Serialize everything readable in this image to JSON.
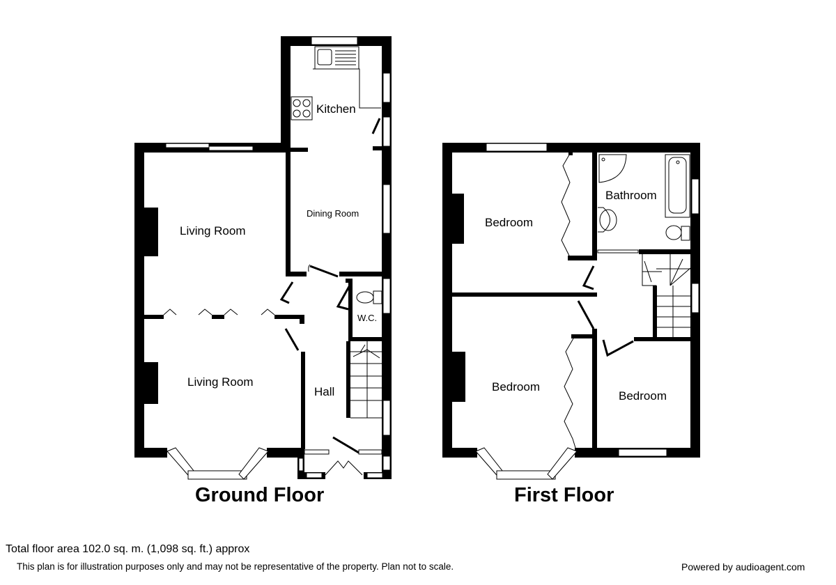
{
  "ground_floor": {
    "title": "Ground Floor",
    "rooms": {
      "kitchen": "Kitchen",
      "dining": "Dining Room",
      "living_upper": "Living Room",
      "living_lower": "Living Room",
      "hall": "Hall",
      "wc": "W.C."
    }
  },
  "first_floor": {
    "title": "First Floor",
    "rooms": {
      "bedroom_top": "Bedroom",
      "bathroom": "Bathroom",
      "bedroom_bottom": "Bedroom",
      "bedroom_small": "Bedroom"
    }
  },
  "footer": {
    "total_area": "Total floor area 102.0 sq. m. (1,098 sq. ft.) approx",
    "disclaimer": "This plan is for illustration purposes only and may not be representative of the property. Plan not to scale.",
    "powered_by": "Powered by audioagent.com"
  }
}
